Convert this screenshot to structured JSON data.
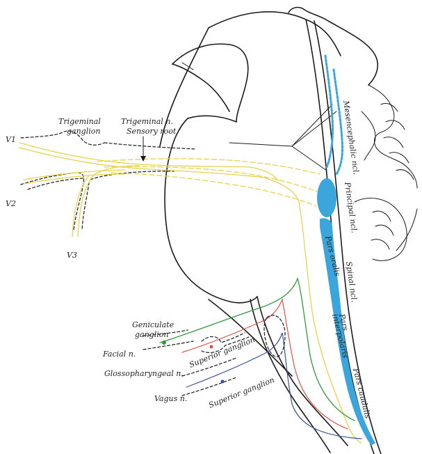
{
  "labels": {
    "v1": "V1",
    "v2": "V2",
    "v3": "V3",
    "trigeminal_ganglion_line1": "Trigeminal",
    "trigeminal_ganglion_line2": "ganglion",
    "sensory_root_line1": "Trigeminal n.",
    "sensory_root_line2": "Sensory root",
    "mesencephalic": "Mesencephalic ncl.",
    "principal": "Principal ncl.",
    "spinal": "Spinal ncl.",
    "pars_oralis": "Pars oralis",
    "pars_interpolaris_line1": "Pars",
    "pars_interpolaris_line2": "interpolaris",
    "pars_caudalis": "Pars caudalis",
    "geniculate_line1": "Geniculate",
    "geniculate_line2": "ganglion",
    "facial": "Facial n.",
    "glossopharyngeal": "Glossopharyngeal n.",
    "superior_ganglion_1": "Superior ganglion",
    "vagus": "Vagus n.",
    "superior_ganglion_2": "Superior ganglion"
  },
  "colors": {
    "trigeminal": "#e8d24a",
    "facial": "#2e9a3a",
    "glossopharyngeal": "#e0504a",
    "vagus": "#3a4f9a",
    "nuclei": "#3aa6dc",
    "outline": "#1a1a1a"
  }
}
